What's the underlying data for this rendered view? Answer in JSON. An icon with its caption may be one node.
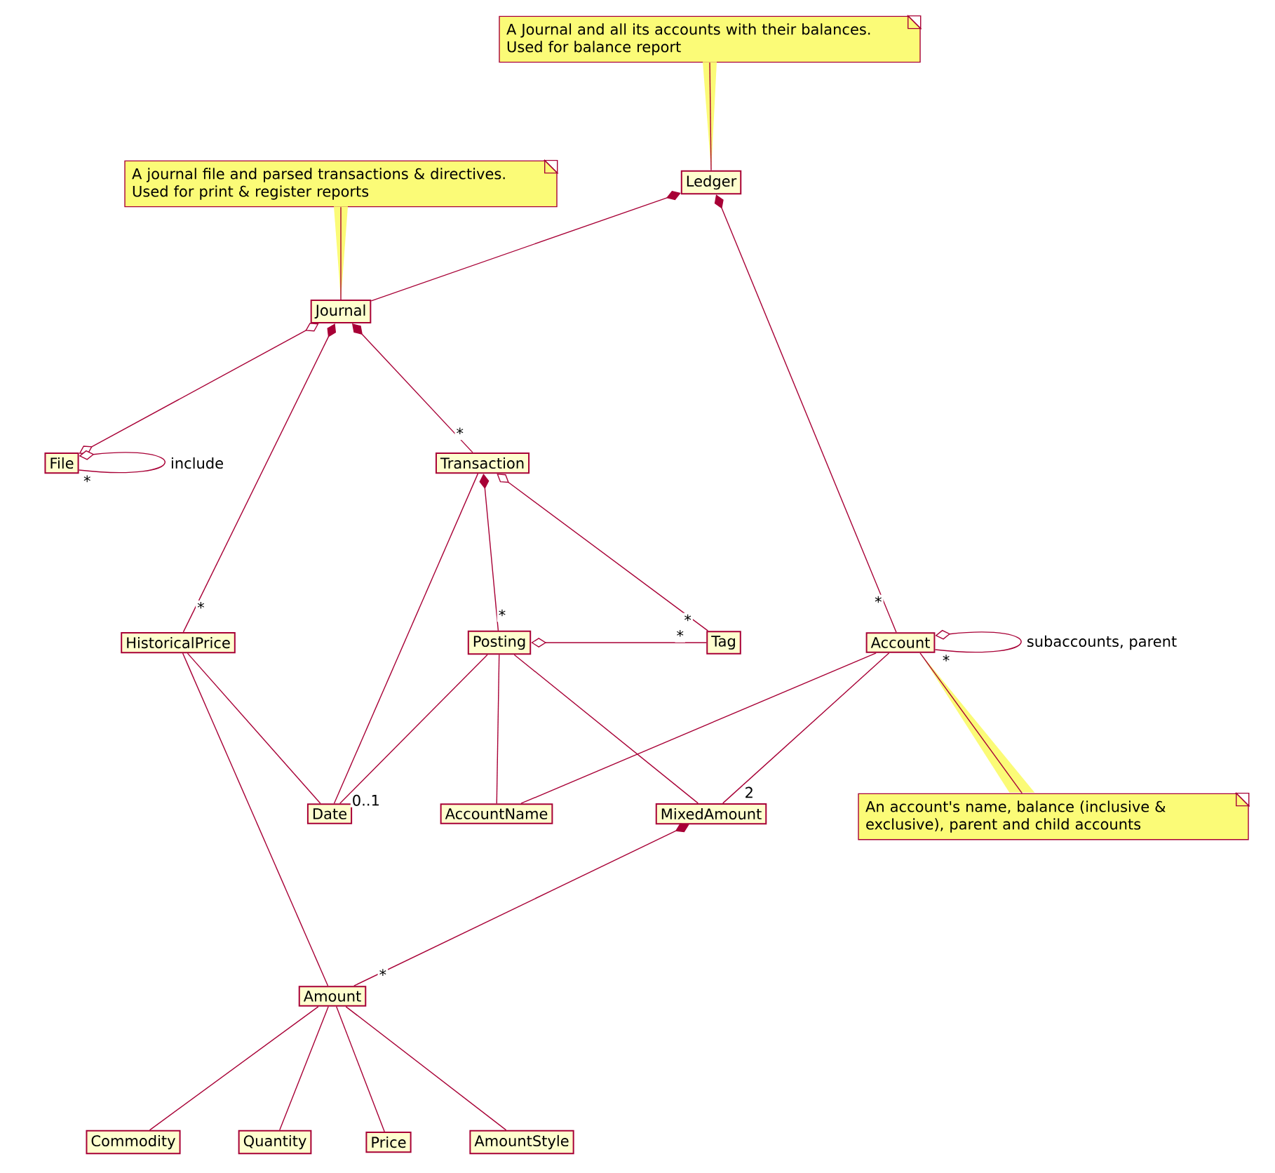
{
  "diagram": {
    "nodes": [
      {
        "text": [
          "A Journal and all its accounts with their balances. Used for balance report"
        ]
      },
      {
        "text": [
          "Ledger"
        ]
      },
      {
        "text": [
          "A journal file and parsed transactions & directives. Used for print & register reports"
        ]
      },
      {
        "text": [
          "Journal"
        ]
      },
      {
        "text": [
          "File"
        ]
      },
      {
        "text": [
          "Transaction"
        ]
      },
      {
        "text": [
          "HistoricalPrice"
        ]
      },
      {
        "text": [
          "Posting"
        ]
      },
      {
        "text": [
          "Tag"
        ]
      },
      {
        "text": [
          "Account"
        ]
      },
      {
        "text": [
          "Date"
        ]
      },
      {
        "text": [
          "AccountName"
        ]
      },
      {
        "text": [
          "MixedAmount"
        ]
      },
      {
        "text": [
          "An account's name, balance (inclusive & exclusive), parent and child accounts"
        ]
      },
      {
        "text": [
          "Amount"
        ]
      },
      {
        "text": [
          "Commodity"
        ]
      },
      {
        "text": [
          "Quantity"
        ]
      },
      {
        "text": [
          "Price"
        ]
      },
      {
        "text": [
          "AmountStyle"
        ]
      }
    ],
    "edges": [
      {
        "from": 0,
        "to": 1,
        "arrow": "none"
      },
      {
        "from": 2,
        "to": 3,
        "arrow": "none"
      },
      {
        "from": 13,
        "to": 9,
        "arrow": "none"
      },
      {
        "from": 1,
        "to": 3,
        "arrow": "other"
      },
      {
        "from": 1,
        "to": 9,
        "arrow": "other",
        "label": "*"
      },
      {
        "from": 3,
        "to": 4,
        "arrow": "other"
      },
      {
        "from": 3,
        "to": 6,
        "arrow": "other",
        "label": "*"
      },
      {
        "from": 3,
        "to": 5,
        "arrow": "other",
        "label": "*"
      },
      {
        "from": 4,
        "to": 4,
        "arrow": "other",
        "label": "include"
      },
      {
        "from": 5,
        "to": 7,
        "arrow": "other",
        "label": "*"
      },
      {
        "from": 5,
        "to": 8,
        "arrow": "other",
        "label": "*"
      },
      {
        "from": 5,
        "to": 10,
        "arrow": "none"
      },
      {
        "from": 7,
        "to": 8,
        "arrow": "other",
        "label": "*"
      },
      {
        "from": 9,
        "to": 9,
        "arrow": "other",
        "label": "subaccounts, parent"
      },
      {
        "from": 6,
        "to": 10,
        "arrow": "none"
      },
      {
        "from": 6,
        "to": 14,
        "arrow": "none"
      },
      {
        "from": 7,
        "to": 10,
        "arrow": "none",
        "label": "0..1"
      },
      {
        "from": 7,
        "to": 11,
        "arrow": "none"
      },
      {
        "from": 7,
        "to": 12,
        "arrow": "none"
      },
      {
        "from": 9,
        "to": 11,
        "arrow": "none"
      },
      {
        "from": 9,
        "to": 12,
        "arrow": "none",
        "label": "2"
      },
      {
        "from": 12,
        "to": 14,
        "arrow": "other",
        "label": "*"
      },
      {
        "from": 14,
        "to": 15,
        "arrow": "none"
      },
      {
        "from": 14,
        "to": 16,
        "arrow": "none"
      },
      {
        "from": 14,
        "to": 17,
        "arrow": "none"
      },
      {
        "from": 14,
        "to": 18,
        "arrow": "none"
      }
    ],
    "labels": [
      "*",
      "*"
    ]
  }
}
